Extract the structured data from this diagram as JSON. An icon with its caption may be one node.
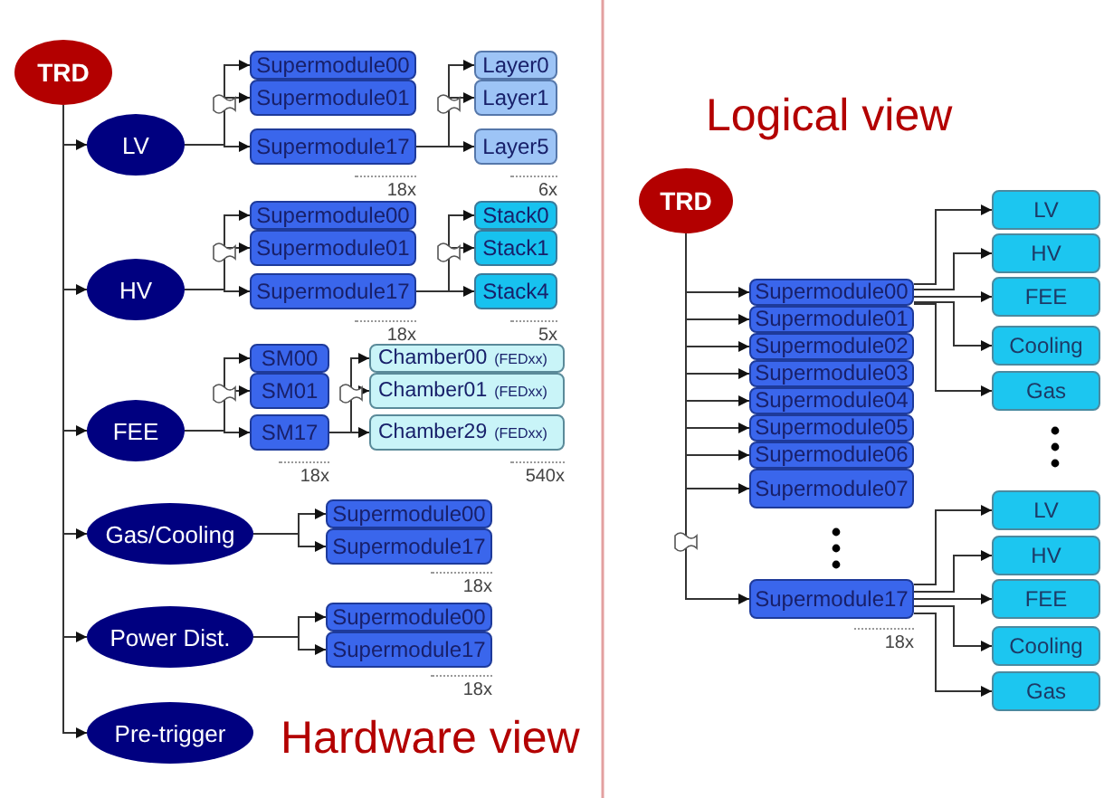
{
  "diagram": {
    "nodes": [
      {
        "text": [
          "TRD"
        ]
      },
      {
        "text": [
          "LV"
        ]
      },
      {
        "text": [
          "Supermodule00"
        ]
      },
      {
        "text": [
          "Supermodule01"
        ]
      },
      {
        "text": [
          "Supermodule17"
        ]
      },
      {
        "text": [
          "Layer0"
        ]
      },
      {
        "text": [
          "Layer1"
        ]
      },
      {
        "text": [
          "Layer5"
        ]
      },
      {
        "text": [
          "HV"
        ]
      },
      {
        "text": [
          "Supermodule00"
        ]
      },
      {
        "text": [
          "Supermodule01"
        ]
      },
      {
        "text": [
          "Supermodule17"
        ]
      },
      {
        "text": [
          "Stack0"
        ]
      },
      {
        "text": [
          "Stack1"
        ]
      },
      {
        "text": [
          "Stack4"
        ]
      },
      {
        "text": [
          "FEE"
        ]
      },
      {
        "text": [
          "SM00"
        ]
      },
      {
        "text": [
          "SM01"
        ]
      },
      {
        "text": [
          "SM17"
        ]
      },
      {
        "text": [
          "Chamber00",
          "(FEDxx)"
        ]
      },
      {
        "text": [
          "Chamber01",
          "(FEDxx)"
        ]
      },
      {
        "text": [
          "Chamber29",
          "(FEDxx)"
        ]
      },
      {
        "text": [
          "Gas/Cooling"
        ]
      },
      {
        "text": [
          "Supermodule00"
        ]
      },
      {
        "text": [
          "Supermodule17"
        ]
      },
      {
        "text": [
          "Power Dist."
        ]
      },
      {
        "text": [
          "Supermodule00"
        ]
      },
      {
        "text": [
          "Supermodule17"
        ]
      },
      {
        "text": [
          "Pre-trigger"
        ]
      },
      {
        "text": [
          "TRD"
        ]
      },
      {
        "text": [
          "Supermodule00"
        ]
      },
      {
        "text": [
          "Supermodule01"
        ]
      },
      {
        "text": [
          "Supermodule02"
        ]
      },
      {
        "text": [
          "Supermodule03"
        ]
      },
      {
        "text": [
          "Supermodule04"
        ]
      },
      {
        "text": [
          "Supermodule05"
        ]
      },
      {
        "text": [
          "Supermodule06"
        ]
      },
      {
        "text": [
          "Supermodule07"
        ]
      },
      {
        "text": [
          "Supermodule17"
        ]
      },
      {
        "text": [
          "LV"
        ]
      },
      {
        "text": [
          "HV"
        ]
      },
      {
        "text": [
          "FEE"
        ]
      },
      {
        "text": [
          "Cooling"
        ]
      },
      {
        "text": [
          "Gas"
        ]
      },
      {
        "text": [
          "LV"
        ]
      },
      {
        "text": [
          "HV"
        ]
      },
      {
        "text": [
          "FEE"
        ]
      },
      {
        "text": [
          "Cooling"
        ]
      },
      {
        "text": [
          "Gas"
        ]
      }
    ],
    "edges": [
      {
        "from": 0,
        "to": 1,
        "arrow": "to"
      },
      {
        "from": 0,
        "to": 8,
        "arrow": "to"
      },
      {
        "from": 0,
        "to": 15,
        "arrow": "to"
      },
      {
        "from": 0,
        "to": 22,
        "arrow": "to"
      },
      {
        "from": 0,
        "to": 25,
        "arrow": "to"
      },
      {
        "from": 0,
        "to": 28,
        "arrow": "to"
      },
      {
        "from": 1,
        "to": 2,
        "arrow": "to"
      },
      {
        "from": 1,
        "to": 3,
        "arrow": "to"
      },
      {
        "from": 1,
        "to": 4,
        "arrow": "to"
      },
      {
        "from": 4,
        "to": 5,
        "arrow": "to"
      },
      {
        "from": 4,
        "to": 6,
        "arrow": "to"
      },
      {
        "from": 4,
        "to": 7,
        "arrow": "to"
      },
      {
        "from": 8,
        "to": 9,
        "arrow": "to"
      },
      {
        "from": 8,
        "to": 10,
        "arrow": "to"
      },
      {
        "from": 8,
        "to": 11,
        "arrow": "to"
      },
      {
        "from": 11,
        "to": 12,
        "arrow": "to"
      },
      {
        "from": 11,
        "to": 13,
        "arrow": "to"
      },
      {
        "from": 11,
        "to": 14,
        "arrow": "to"
      },
      {
        "from": 15,
        "to": 16,
        "arrow": "to"
      },
      {
        "from": 15,
        "to": 17,
        "arrow": "to"
      },
      {
        "from": 15,
        "to": 18,
        "arrow": "to"
      },
      {
        "from": 18,
        "to": 19,
        "arrow": "to"
      },
      {
        "from": 18,
        "to": 20,
        "arrow": "to"
      },
      {
        "from": 18,
        "to": 21,
        "arrow": "to"
      },
      {
        "from": 22,
        "to": 23,
        "arrow": "to"
      },
      {
        "from": 22,
        "to": 24,
        "arrow": "to"
      },
      {
        "from": 25,
        "to": 26,
        "arrow": "to"
      },
      {
        "from": 25,
        "to": 27,
        "arrow": "to"
      },
      {
        "from": 29,
        "to": 30,
        "arrow": "to"
      },
      {
        "from": 29,
        "to": 31,
        "arrow": "to"
      },
      {
        "from": 29,
        "to": 32,
        "arrow": "to"
      },
      {
        "from": 29,
        "to": 33,
        "arrow": "to"
      },
      {
        "from": 29,
        "to": 34,
        "arrow": "to"
      },
      {
        "from": 29,
        "to": 35,
        "arrow": "to"
      },
      {
        "from": 29,
        "to": 36,
        "arrow": "to"
      },
      {
        "from": 29,
        "to": 37,
        "arrow": "to"
      },
      {
        "from": 29,
        "to": 38,
        "arrow": "to"
      },
      {
        "from": 30,
        "to": 39,
        "arrow": "to"
      },
      {
        "from": 30,
        "to": 40,
        "arrow": "to"
      },
      {
        "from": 30,
        "to": 41,
        "arrow": "to"
      },
      {
        "from": 30,
        "to": 42,
        "arrow": "to"
      },
      {
        "from": 30,
        "to": 43,
        "arrow": "to"
      },
      {
        "from": 38,
        "to": 44,
        "arrow": "to"
      },
      {
        "from": 38,
        "to": 45,
        "arrow": "to"
      },
      {
        "from": 38,
        "to": 46,
        "arrow": "to"
      },
      {
        "from": 38,
        "to": 47,
        "arrow": "to"
      },
      {
        "from": 38,
        "to": 48,
        "arrow": "to"
      }
    ],
    "labels": [
      "18x",
      "6x",
      "18x",
      "5x",
      "18x",
      "540x",
      "18x",
      "18x",
      "Hardware view",
      "Logical view",
      "18x"
    ]
  }
}
